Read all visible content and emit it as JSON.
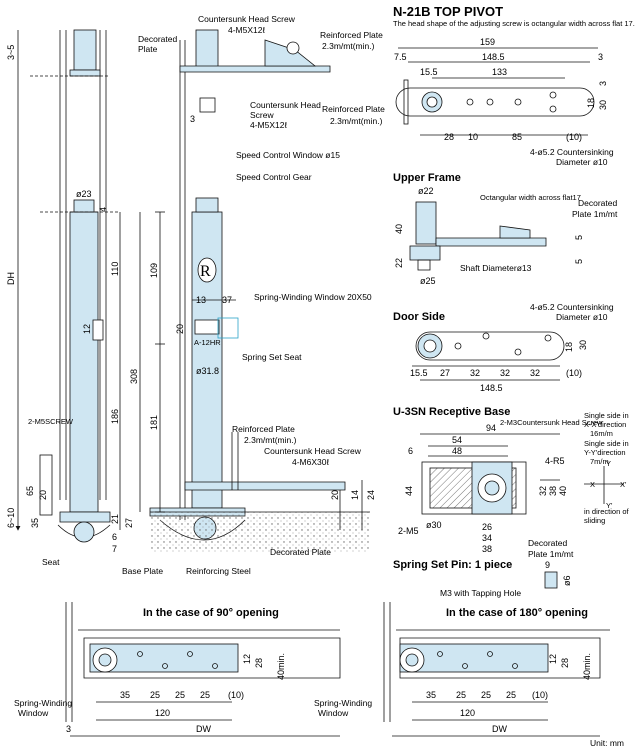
{
  "title": "N-21B TOP PIVOT",
  "title_note": "The head shape of the adjusting screw is octangular width across flat 17.",
  "colors": {
    "line": "#111111",
    "part": "#cfe6f2",
    "floor": "#dddddd"
  },
  "callouts": {
    "cs_screw_top": "Countersunk Head Screw",
    "cs_screw_top_spec": "4-M5X12ℓ",
    "decorated_plate": "Decorated",
    "decorated_plate2": "Plate",
    "reinforced_plate_1": "Reinforced Plate",
    "reinforced_plate_1_spec": "2.3m/mt(min.)",
    "cs_screw_mid": "Countersunk Head",
    "cs_screw_mid2": "Screw",
    "cs_screw_mid_spec": "4-M5X12ℓ",
    "reinforced_plate_2": "Reinforced Plate",
    "reinforced_plate_2_spec": "2.3m/mt(min.)",
    "speed_window": "Speed Control Window ø15",
    "speed_gear": "Speed Control Gear",
    "spring_window": "Spring-Winding Window 20X50",
    "spring_seat": "Spring Set Seat",
    "reinforced_plate_3": "Reinforced Plate",
    "reinforced_plate_3_spec": "2.3m/mt(min.)",
    "cs_screw_bottom": "Countersunk Head Screw",
    "cs_screw_bottom_spec": "4-M6X30ℓ",
    "decorated_plate_bottom": "Decorated Plate",
    "base_plate": "Base Plate",
    "reinforcing_steel": "Reinforcing Steel",
    "seat": "Seat",
    "m5screw": "2-M5SCREW",
    "closer_label": "A-12HR"
  },
  "left_dims": {
    "d35": "3~5",
    "dh": "DH",
    "d3": "3",
    "d23": "ø23",
    "d4": "4",
    "d110": "110",
    "d12": "12",
    "d109": "109",
    "d13": "13",
    "d37": "37",
    "d20": "20",
    "d308": "308",
    "d186": "186",
    "d181": "181",
    "d318": "ø31.8",
    "d610": "6~10",
    "d65": "65",
    "d20b": "20",
    "d35b": "35",
    "d21": "21",
    "d27": "27",
    "d6": "6",
    "d7": "7",
    "d20c": "20",
    "d14": "14",
    "d24": "24"
  },
  "top_pivot": {
    "dims": [
      "159",
      "7.5",
      "148.5",
      "3",
      "15.5",
      "133",
      "3",
      "18",
      "30",
      "28",
      "10",
      "85",
      "(10)"
    ],
    "note1": "4-ø5.2 Countersinking",
    "note2": "Diameter ø10"
  },
  "upper_frame": {
    "title": "Upper Frame",
    "d22": "ø22",
    "octo": "Octangular width across flat17",
    "d40": "40",
    "d22b": "22",
    "d25": "ø25",
    "d5": "5",
    "d5b": "5",
    "plate1": "Decorated",
    "plate2": "Plate 1m/mt",
    "shaft": "Shaft Diameterø13"
  },
  "door_side": {
    "title": "Door Side",
    "note1": "4-ø5.2 Countersinking",
    "note2": "Diameter ø10",
    "dims": [
      "15.5",
      "27",
      "32",
      "32",
      "32",
      "(10)",
      "148.5",
      "18",
      "30"
    ]
  },
  "receptive": {
    "title": "U-3SN Receptive Base",
    "d94": "94",
    "screw": "2-M3Countersunk Head Screw",
    "d54": "54",
    "d48": "48",
    "d6": "6",
    "d4r5": "4-R5",
    "d44": "44",
    "d32": "32",
    "d38": "38",
    "d40": "40",
    "d2m5": "2-M5",
    "d30": "ø30",
    "d26": "26",
    "d34": "34",
    "d38b": "38",
    "plate1": "Decorated",
    "plate2": "Plate 1m/mt",
    "xx1": "Single side in",
    "xx2": "X-X'direction",
    "xx3": "16m/m",
    "yy1": "Single side in",
    "yy2": "Y-Y'direction",
    "yy3": "7m/m",
    "ax_x": "X",
    "ax_x2": "X'",
    "ax_y": "Y",
    "ax_y2": "Y'",
    "slide1": "in direction of",
    "slide2": "sliding"
  },
  "spring_pin": {
    "title": "Spring Set Pin: 1 piece",
    "d9": "9",
    "d6": "ø6",
    "tap": "M3 with Tapping Hole"
  },
  "case90": {
    "title": "In the case of 90° opening",
    "d12": "12",
    "d28": "28",
    "d40": "40min.",
    "dims": [
      "35",
      "25",
      "25",
      "25",
      "(10)"
    ],
    "d120": "120",
    "dw": "DW",
    "d3": "3",
    "sw1": "Spring-Winding",
    "sw2": "Window"
  },
  "case180": {
    "title": "In the case of 180° opening",
    "d12": "12",
    "d28": "28",
    "d40": "40min.",
    "dims": [
      "35",
      "25",
      "25",
      "25",
      "(10)"
    ],
    "d120": "120",
    "dw": "DW",
    "sw1": "Spring-Winding",
    "sw2": "Window"
  },
  "unit": "Unit: mm"
}
